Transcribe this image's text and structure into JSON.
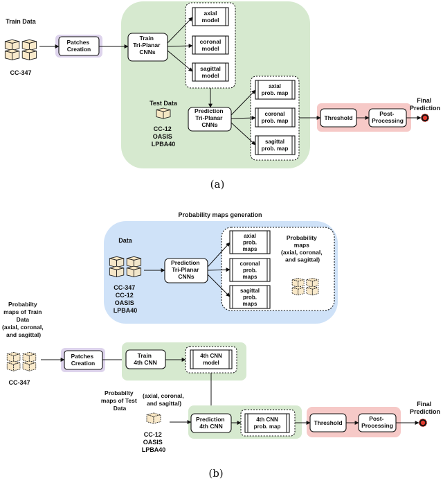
{
  "colors": {
    "green_region": "#d6e9cf",
    "purple_region": "#ddd3ec",
    "red_region": "#f6c9c7",
    "blue_region": "#cfe2f8",
    "cube_fill": "#f8e6c2",
    "cube_stroke": "#222222",
    "endpoint": "#e23a2e"
  },
  "icons": [
    "cube-stack-icon",
    "cube-icon",
    "dashed-cube-stack-icon",
    "end-point-icon"
  ],
  "panel_a": {
    "caption": "(a)",
    "train_data_label": "Train Data",
    "train_dataset": "CC-347",
    "patches_creation": [
      "Patches",
      "Creation"
    ],
    "train_cnns": [
      "Train",
      "Tri-Planar",
      "CNNs"
    ],
    "models": [
      [
        "axial",
        "model"
      ],
      [
        "coronal",
        "model"
      ],
      [
        "sagittal",
        "model"
      ]
    ],
    "test_data_label": "Test Data",
    "test_datasets": [
      "CC-12",
      "OASIS",
      "LPBA40"
    ],
    "prediction_cnns": [
      "Prediction",
      "Tri-Planar",
      "CNNs"
    ],
    "prob_maps": [
      [
        "axial",
        "prob. map"
      ],
      [
        "coronal",
        "prob. map"
      ],
      [
        "sagittal",
        "prob. map"
      ]
    ],
    "threshold": "Threshold",
    "post_processing": [
      "Post-",
      "Processing"
    ],
    "final_prediction": [
      "Final",
      "Prediction"
    ]
  },
  "panel_b": {
    "caption": "(b)",
    "generation_title": "Probability maps generation",
    "data_label": "Data",
    "datasets": [
      "CC-347",
      "CC-12",
      "OASIS",
      "LPBA40"
    ],
    "prediction_cnns": [
      "Prediction",
      "Tri-Planar",
      "CNNs"
    ],
    "prob_maps": [
      [
        "axial",
        "prob.",
        "maps"
      ],
      [
        "coronal",
        "prob.",
        "maps"
      ],
      [
        "sagittal",
        "prob.",
        "maps"
      ]
    ],
    "probability_maps_label": [
      "Probability",
      "maps",
      "(axial, coronal,",
      "and sagittal)"
    ],
    "train_prob_label": [
      "Probabilty",
      "maps of Train",
      "Data",
      "(axial, coronal,",
      "and sagittal)"
    ],
    "train_dataset": "CC-347",
    "patches_creation": [
      "Patches",
      "Creation"
    ],
    "train_4th": [
      "Train",
      "4th CNN"
    ],
    "model_4th": [
      "4th CNN",
      "model"
    ],
    "test_prob_label": [
      "Probabilty",
      "maps of Test",
      "Data"
    ],
    "test_prob_paren": [
      "(axial, coronal,",
      "and sagittal)"
    ],
    "test_datasets": [
      "CC-12",
      "OASIS",
      "LPBA40"
    ],
    "prediction_4th": [
      "Prediction",
      "4th CNN"
    ],
    "map_4th": [
      "4th CNN",
      "prob. map"
    ],
    "threshold": "Threshold",
    "post_processing": [
      "Post-",
      "Processing"
    ],
    "final_prediction": [
      "Final",
      "Prediction"
    ]
  }
}
